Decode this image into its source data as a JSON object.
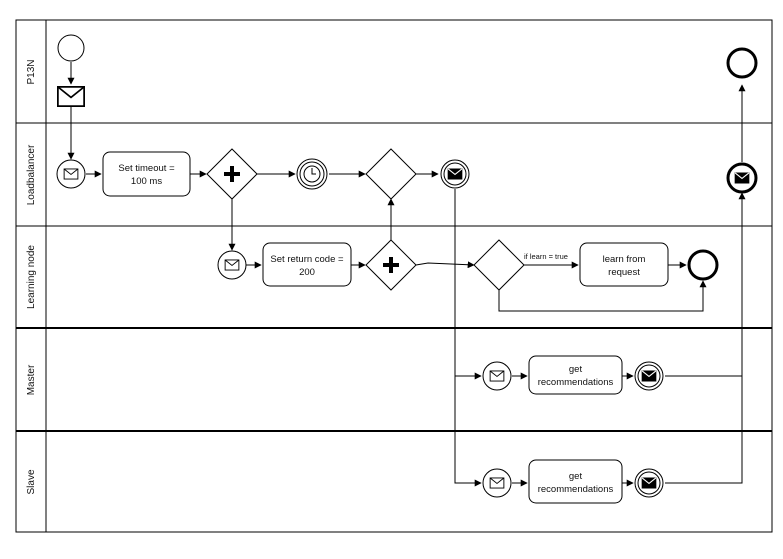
{
  "lanes": [
    {
      "id": "p13n",
      "label": "P13N"
    },
    {
      "id": "loadbalancer",
      "label": "Loadbalancer"
    },
    {
      "id": "learning",
      "label": "Learning node"
    },
    {
      "id": "master",
      "label": "Master"
    },
    {
      "id": "slave",
      "label": "Slave"
    }
  ],
  "tasks": {
    "set_timeout": [
      "Set timeout =",
      "100 ms"
    ],
    "set_return_code": [
      "Set return code =",
      "200"
    ],
    "learn_from_request": [
      "learn from",
      "request"
    ],
    "master_get_recommendations": [
      "get",
      "recommendations"
    ],
    "slave_get_recommendations": [
      "get",
      "recommendations"
    ]
  },
  "conditions": {
    "learn": "if learn = true"
  },
  "icons": {
    "start_event": "circle-start-icon",
    "message": "envelope-icon",
    "parallel_gateway": "plus-diamond-icon",
    "exclusive_gateway": "diamond-icon",
    "timer": "clock-icon",
    "end_event": "circle-end-icon"
  }
}
